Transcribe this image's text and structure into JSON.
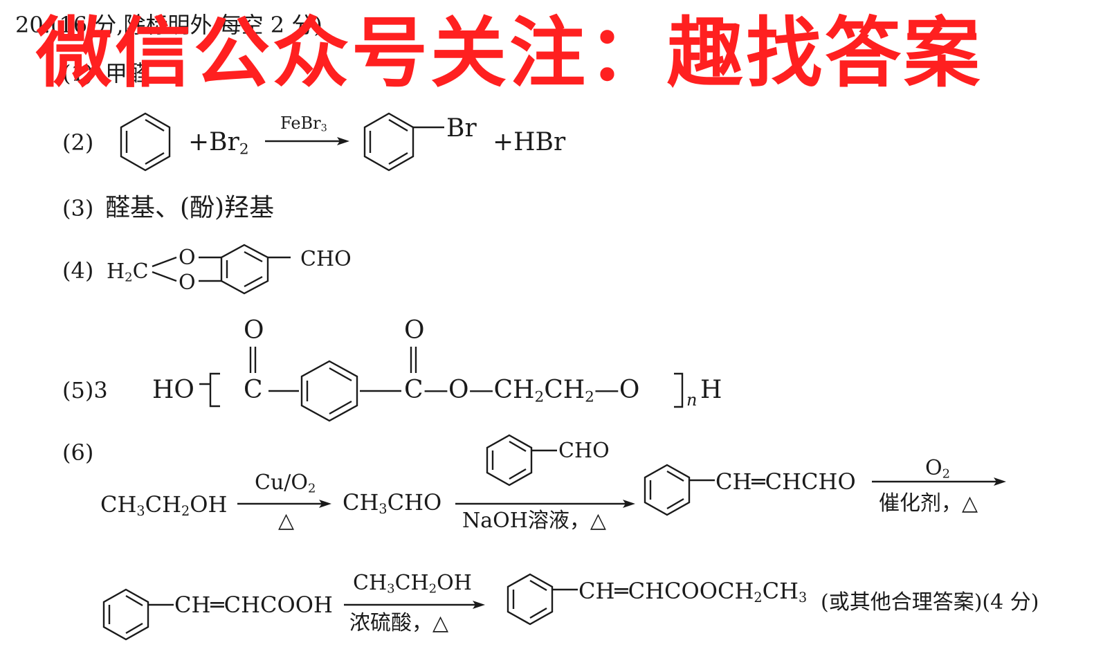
{
  "header": {
    "title": "20.(16 分,除标明外,每空 2 分)"
  },
  "watermark": {
    "text": "微信公众号关注：趣找答案"
  },
  "q1": {
    "label": "(1)",
    "answer": "甲醛"
  },
  "q2": {
    "label": "(2)",
    "plus_br2": "+Br",
    "br2_sub": "2",
    "catalyst": "FeBr",
    "catalyst_sub": "3",
    "product_sub": "Br",
    "plus_hbr": "+HBr"
  },
  "q3": {
    "label": "(3)",
    "answer": "醛基、(酚)羟基"
  },
  "q4": {
    "label": "(4)",
    "h2c": "H",
    "h2c_sub": "2",
    "h2c_c": "C",
    "o_top": "O",
    "o_bot": "O",
    "cho": "CHO"
  },
  "q5": {
    "label": "(5)3",
    "ho": "HO",
    "o1": "O",
    "c1": "C",
    "o2": "O",
    "c2": "C",
    "chain": "—O—CH",
    "sub1": "2",
    "ch2b": "CH",
    "sub2": "2",
    "tail": "—O",
    "n": "n",
    "h": "H"
  },
  "q6": {
    "label": "(6)",
    "ethanol": "CH",
    "ethanol_s1": "3",
    "ethanol_mid": "CH",
    "ethanol_s2": "2",
    "ethanol_end": "OH",
    "cond1_top": "Cu/O",
    "cond1_top_sub": "2",
    "cond1_bot": "△",
    "acetaldehyde": "CH",
    "acet_sub": "3",
    "acet_end": "CHO",
    "benzaldehyde_cho": "CHO",
    "cond2_bot": "NaOH溶液，△",
    "cinnamaldehyde": "CH═CHCHO",
    "cond3_top": "O",
    "cond3_top_sub": "2",
    "cond3_bot": "催化剂，△",
    "cinnamic_acid": "CH═CHCOOH",
    "cond4_top": "CH",
    "cond4_s1": "3",
    "cond4_mid": "CH",
    "cond4_s2": "2",
    "cond4_end": "OH",
    "cond4_bot": "浓硫酸，△",
    "ester": "CH═CHCOOCH",
    "ester_s1": "2",
    "ester_mid": "CH",
    "ester_s2": "3",
    "note": "(或其他合理答案)(4 分)"
  }
}
